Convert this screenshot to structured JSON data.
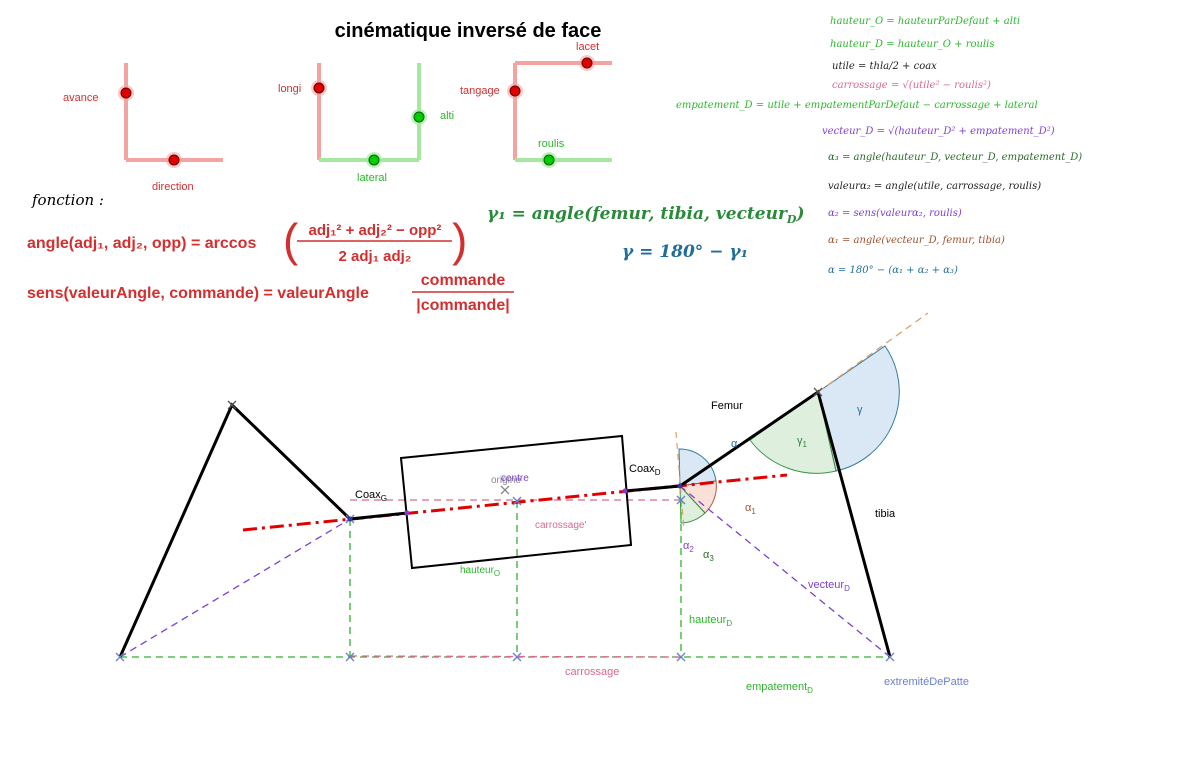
{
  "title": "cinématique inversé de face",
  "colors": {
    "red": "#d32f2f",
    "pink": "#f4a3a3",
    "green": "#2db52d",
    "lightgreen": "#a6e8a0",
    "purple": "#7e3fd0",
    "pinkdash": "#d66b8c",
    "blue": "#1f6e99",
    "brown": "#a0522d",
    "gray": "#888888",
    "orange": "#e0a060",
    "blue_fill": "#d7e6f5"
  },
  "controls": {
    "avance": "avance",
    "direction": "direction",
    "longi": "longi",
    "alti": "alti",
    "lateral": "lateral",
    "tangage": "tangage",
    "lacet": "lacet",
    "roulis": "roulis"
  },
  "formulas": {
    "fonction": "fonction :",
    "angle_lhs": "angle(adj₁, adj₂, opp)  =  arccos",
    "angle_num": "adj₁² + adj₂² − opp²",
    "angle_den": "2 adj₁ adj₂",
    "sens_lhs": "sens(valeurAngle, commande)  =  valeurAngle",
    "sens_num": "commande",
    "sens_den": "|commande|",
    "gamma1": "γ₁ = angle(femur, tibia, vecteur",
    "gamma1_sub": "D",
    "gamma1_close": ")",
    "gamma": "γ = 180° − γ₁"
  },
  "right_formulas": [
    {
      "text": "hauteur_O = hauteurParDefaut + alti",
      "color": "green"
    },
    {
      "text": "hauteur_D = hauteur_O + roulis",
      "color": "green"
    },
    {
      "text": "utile = thla/2 + coax",
      "color": "black"
    },
    {
      "text": "carrossage = √(utile² − roulis²)",
      "color": "pinkdash"
    },
    {
      "text": "empatement_D = utile + empatementParDefaut − carrossage + lateral",
      "color": "green"
    },
    {
      "text": "vecteur_D = √(hauteur_D² + empatement_D²)",
      "color": "purple"
    },
    {
      "text": "α₃ = angle(hauteur_D, vecteur_D, empatement_D)",
      "color": "darkgreen"
    },
    {
      "text": "valeurα₂ = angle(utile, carrossage, roulis)",
      "color": "black"
    },
    {
      "text": "α₂ = sens(valeurα₂, roulis)",
      "color": "purple"
    },
    {
      "text": "α₁ = angle(vecteur_D, femur, tibia)",
      "color": "brown"
    },
    {
      "text": "α = 180° − (α₁ + α₂ + α₃)",
      "color": "blue"
    }
  ],
  "diagram_labels": {
    "coax_g": "Coax",
    "coax_g_sub": "G",
    "coax_d": "Coax",
    "coax_d_sub": "D",
    "origine": "origine",
    "centre": "centre",
    "carrossage_prime": "carrossage'",
    "hauteur_o": "hauteur",
    "hauteur_o_sub": "O",
    "hauteur_d": "hauteur",
    "hauteur_d_sub": "D",
    "femur": "Femur",
    "tibia": "tibia",
    "gamma": "γ",
    "gamma1": "γ",
    "gamma1_sub": "1",
    "alpha": "α",
    "alpha1": "α",
    "alpha1_sub": "1",
    "alpha2": "α",
    "alpha2_sub": "2",
    "alpha3": "α",
    "alpha3_sub": "3",
    "vecteur_d": "vecteur",
    "vecteur_d_sub": "D",
    "carrossage": "carrossage",
    "empatement": "empatement",
    "empatement_sub": "D",
    "extremite": "extremitéDePatte"
  }
}
